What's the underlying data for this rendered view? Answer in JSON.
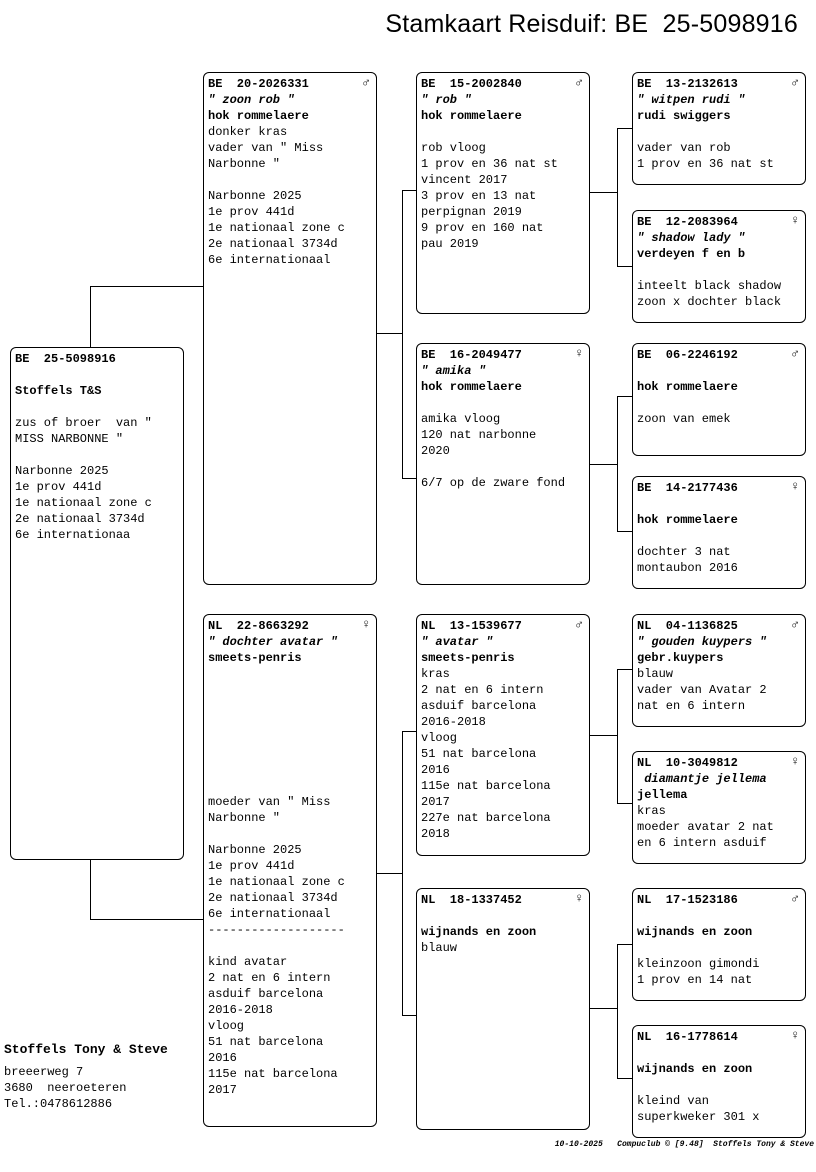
{
  "page_title": "Stamkaart Reisduif: BE  25-5098916",
  "cards": [
    {
      "id": "subject",
      "ring": "BE  25-5098916",
      "sex": "",
      "lines": [
        {
          "text": "",
          "style": ""
        },
        {
          "text": "Stoffels T&S",
          "style": "b"
        },
        {
          "text": "",
          "style": ""
        },
        {
          "text": "zus of broer  van \"",
          "style": ""
        },
        {
          "text": "MISS NARBONNE \"",
          "style": ""
        },
        {
          "text": "",
          "style": ""
        },
        {
          "text": "Narbonne 2025",
          "style": ""
        },
        {
          "text": "1e prov 441d",
          "style": ""
        },
        {
          "text": "1e nationaal zone c",
          "style": ""
        },
        {
          "text": "2e nationaal 3734d",
          "style": ""
        },
        {
          "text": "6e internationaa",
          "style": ""
        }
      ]
    },
    {
      "id": "father",
      "ring": "BE  20-2026331",
      "sex": "♂",
      "lines": [
        {
          "text": "\" zoon rob \"",
          "style": "i"
        },
        {
          "text": "hok rommelaere",
          "style": "b"
        },
        {
          "text": "donker kras",
          "style": ""
        },
        {
          "text": "vader van \" Miss",
          "style": ""
        },
        {
          "text": "Narbonne \"",
          "style": ""
        },
        {
          "text": "",
          "style": ""
        },
        {
          "text": "Narbonne 2025",
          "style": ""
        },
        {
          "text": "1e prov 441d",
          "style": ""
        },
        {
          "text": "1e nationaal zone c",
          "style": ""
        },
        {
          "text": "2e nationaal 3734d",
          "style": ""
        },
        {
          "text": "6e internationaal",
          "style": ""
        }
      ]
    },
    {
      "id": "mother",
      "ring": "NL  22-8663292",
      "sex": "♀",
      "lines": [
        {
          "text": "\" dochter avatar \"",
          "style": "i"
        },
        {
          "text": "smeets-penris",
          "style": "b"
        },
        {
          "text": "",
          "style": ""
        },
        {
          "text": "",
          "style": ""
        },
        {
          "text": "",
          "style": ""
        },
        {
          "text": "",
          "style": ""
        },
        {
          "text": "",
          "style": ""
        },
        {
          "text": "",
          "style": ""
        },
        {
          "text": "",
          "style": ""
        },
        {
          "text": "",
          "style": ""
        },
        {
          "text": "moeder van \" Miss",
          "style": ""
        },
        {
          "text": "Narbonne \"",
          "style": ""
        },
        {
          "text": "",
          "style": ""
        },
        {
          "text": "Narbonne 2025",
          "style": ""
        },
        {
          "text": "1e prov 441d",
          "style": ""
        },
        {
          "text": "1e nationaal zone c",
          "style": ""
        },
        {
          "text": "2e nationaal 3734d",
          "style": ""
        },
        {
          "text": "6e internationaal",
          "style": ""
        },
        {
          "text": "-------------------",
          "style": ""
        },
        {
          "text": "",
          "style": ""
        },
        {
          "text": "kind avatar",
          "style": ""
        },
        {
          "text": "2 nat en 6 intern",
          "style": ""
        },
        {
          "text": "asduif barcelona",
          "style": ""
        },
        {
          "text": "2016-2018",
          "style": ""
        },
        {
          "text": "vloog",
          "style": ""
        },
        {
          "text": "51 nat barcelona",
          "style": ""
        },
        {
          "text": "2016",
          "style": ""
        },
        {
          "text": "115e nat barcelona",
          "style": ""
        },
        {
          "text": "2017",
          "style": ""
        }
      ]
    },
    {
      "id": "ff",
      "ring": "BE  15-2002840",
      "sex": "♂",
      "lines": [
        {
          "text": "\" rob \"",
          "style": "i"
        },
        {
          "text": "hok rommelaere",
          "style": "b"
        },
        {
          "text": "",
          "style": ""
        },
        {
          "text": "rob vloog",
          "style": ""
        },
        {
          "text": "1 prov en 36 nat st",
          "style": ""
        },
        {
          "text": "vincent 2017",
          "style": ""
        },
        {
          "text": "3 prov en 13 nat",
          "style": ""
        },
        {
          "text": "perpignan 2019",
          "style": ""
        },
        {
          "text": "9 prov en 160 nat",
          "style": ""
        },
        {
          "text": "pau 2019",
          "style": ""
        }
      ]
    },
    {
      "id": "fm",
      "ring": "BE  16-2049477",
      "sex": "♀",
      "lines": [
        {
          "text": "\" amika \"",
          "style": "i"
        },
        {
          "text": "hok rommelaere",
          "style": "b"
        },
        {
          "text": "",
          "style": ""
        },
        {
          "text": "amika vloog",
          "style": ""
        },
        {
          "text": "120 nat narbonne",
          "style": ""
        },
        {
          "text": "2020",
          "style": ""
        },
        {
          "text": "",
          "style": ""
        },
        {
          "text": "6/7 op de zware fond",
          "style": ""
        }
      ]
    },
    {
      "id": "mf",
      "ring": "NL  13-1539677",
      "sex": "♂",
      "lines": [
        {
          "text": "\" avatar \"",
          "style": "i"
        },
        {
          "text": "smeets-penris",
          "style": "b"
        },
        {
          "text": "kras",
          "style": ""
        },
        {
          "text": "2 nat en 6 intern",
          "style": ""
        },
        {
          "text": "asduif barcelona",
          "style": ""
        },
        {
          "text": "2016-2018",
          "style": ""
        },
        {
          "text": "vloog",
          "style": ""
        },
        {
          "text": "51 nat barcelona",
          "style": ""
        },
        {
          "text": "2016",
          "style": ""
        },
        {
          "text": "115e nat barcelona",
          "style": ""
        },
        {
          "text": "2017",
          "style": ""
        },
        {
          "text": "227e nat barcelona",
          "style": ""
        },
        {
          "text": "2018",
          "style": ""
        }
      ]
    },
    {
      "id": "mm",
      "ring": "NL  18-1337452",
      "sex": "♀",
      "lines": [
        {
          "text": "",
          "style": ""
        },
        {
          "text": "wijnands en zoon",
          "style": "b"
        },
        {
          "text": "blauw",
          "style": ""
        }
      ]
    },
    {
      "id": "fff",
      "ring": "BE  13-2132613",
      "sex": "♂",
      "lines": [
        {
          "text": "\" witpen rudi \"",
          "style": "i"
        },
        {
          "text": "rudi swiggers",
          "style": "b"
        },
        {
          "text": "",
          "style": ""
        },
        {
          "text": "vader van rob",
          "style": ""
        },
        {
          "text": "1 prov en 36 nat st",
          "style": ""
        }
      ]
    },
    {
      "id": "ffm",
      "ring": "BE  12-2083964",
      "sex": "♀",
      "lines": [
        {
          "text": "\" shadow lady \"",
          "style": "i"
        },
        {
          "text": "verdeyen f en b",
          "style": "b"
        },
        {
          "text": "",
          "style": ""
        },
        {
          "text": "inteelt black shadow",
          "style": ""
        },
        {
          "text": "zoon x dochter black",
          "style": ""
        }
      ]
    },
    {
      "id": "fmf",
      "ring": "BE  06-2246192",
      "sex": "♂",
      "lines": [
        {
          "text": "",
          "style": ""
        },
        {
          "text": "hok rommelaere",
          "style": "b"
        },
        {
          "text": "",
          "style": ""
        },
        {
          "text": "zoon van emek",
          "style": ""
        }
      ]
    },
    {
      "id": "fmm",
      "ring": "BE  14-2177436",
      "sex": "♀",
      "lines": [
        {
          "text": "",
          "style": ""
        },
        {
          "text": "hok rommelaere",
          "style": "b"
        },
        {
          "text": "",
          "style": ""
        },
        {
          "text": "dochter 3 nat",
          "style": ""
        },
        {
          "text": "montaubon 2016",
          "style": ""
        }
      ]
    },
    {
      "id": "mff",
      "ring": "NL  04-1136825",
      "sex": "♂",
      "lines": [
        {
          "text": "\" gouden kuypers \"",
          "style": "i"
        },
        {
          "text": "gebr.kuypers",
          "style": "b"
        },
        {
          "text": "blauw",
          "style": ""
        },
        {
          "text": "vader van Avatar 2",
          "style": ""
        },
        {
          "text": "nat en 6 intern",
          "style": ""
        }
      ]
    },
    {
      "id": "mfm",
      "ring": "NL  10-3049812",
      "sex": "♀",
      "lines": [
        {
          "text": " diamantje jellema",
          "style": "i"
        },
        {
          "text": "jellema",
          "style": "b"
        },
        {
          "text": "kras",
          "style": ""
        },
        {
          "text": "moeder avatar 2 nat",
          "style": ""
        },
        {
          "text": "en 6 intern asduif",
          "style": ""
        }
      ]
    },
    {
      "id": "mmf",
      "ring": "NL  17-1523186",
      "sex": "♂",
      "lines": [
        {
          "text": "",
          "style": ""
        },
        {
          "text": "wijnands en zoon",
          "style": "b"
        },
        {
          "text": "",
          "style": ""
        },
        {
          "text": "kleinzoon gimondi",
          "style": ""
        },
        {
          "text": "1 prov en 14 nat",
          "style": ""
        }
      ]
    },
    {
      "id": "mmm",
      "ring": "NL  16-1778614",
      "sex": "♀",
      "lines": [
        {
          "text": "",
          "style": ""
        },
        {
          "text": "wijnands en zoon",
          "style": "b"
        },
        {
          "text": "",
          "style": ""
        },
        {
          "text": "kleind van",
          "style": ""
        },
        {
          "text": "superkweker 301 x",
          "style": ""
        }
      ]
    }
  ],
  "owner": {
    "name": "Stoffels Tony & Steve",
    "address_lines": [
      "breeerweg 7",
      "3680  neeroeteren",
      "Tel.:0478612886"
    ]
  },
  "footer": "10-10-2025   Compuclub © [9.48]  Stoffels Tony & Steve",
  "colors": {
    "border": "#000000",
    "background": "#ffffff",
    "text": "#000000"
  }
}
